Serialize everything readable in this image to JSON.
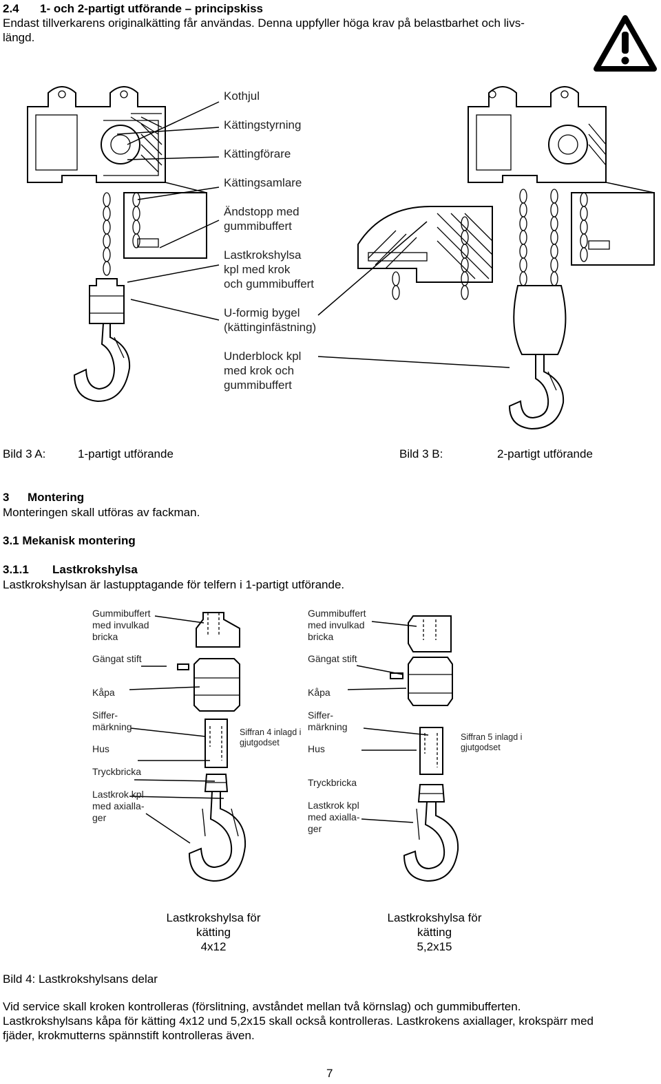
{
  "section_24": {
    "number": "2.4",
    "title": "1- och 2-partigt utförande  –  principskiss",
    "text_line1": "Endast tillverkarens originalkätting får användas. Denna uppfyller höga krav på belastbarhet och livs-",
    "text_line2": "längd."
  },
  "fig3": {
    "labels": [
      "Kothjul",
      "Kättingstyrning",
      "Kättingförare",
      "Kättingsamlare",
      "Ändstopp med",
      "gummibuffert",
      "Lastkrokshylsa",
      "kpl med krok",
      "och gummibuffert",
      "U-formig bygel",
      "(kättinginfästning)",
      "Underblock kpl",
      "med krok och",
      "gummibuffert"
    ],
    "caption_a_label": "Bild 3 A:",
    "caption_a_text": "1-partigt utförande",
    "caption_b_label": "Bild 3 B:",
    "caption_b_text": "2-partigt utförande"
  },
  "section_3": {
    "number": "3",
    "title": "Montering",
    "text": "Monteringen skall utföras av fackman."
  },
  "section_31": {
    "heading": "3.1 Mekanisk montering"
  },
  "section_311": {
    "number": "3.1.1",
    "title": "Lastkrokshylsa",
    "text": "Lastkrokshylsan är lastupptagande för telfern i 1-partigt utförande."
  },
  "fig4": {
    "left_labels": {
      "gummi": [
        "Gummibuffert",
        "med invulkad",
        "bricka"
      ],
      "stift": "Gängat stift",
      "kapa": "Kåpa",
      "siffer": [
        "Siffer-",
        "märkning"
      ],
      "hus": "Hus",
      "tryck": "Tryckbricka",
      "krok": [
        "Lastkrok kpl",
        "med axialla-",
        "ger"
      ],
      "note": [
        "Siffran 4 inlagd i",
        "gjutgodset"
      ]
    },
    "right_labels": {
      "gummi": [
        "Gummibuffert",
        "med invulkad",
        "bricka"
      ],
      "stift": "Gängat stift",
      "kapa": "Kåpa",
      "siffer": [
        "Siffer-",
        "märkning"
      ],
      "hus": "Hus",
      "tryck": "Tryckbricka",
      "krok": [
        "Lastkrok kpl",
        "med axialla-",
        "ger"
      ],
      "note": [
        "Siffran 5 inlagd i",
        "gjutgodset"
      ]
    },
    "caption_left": [
      "Lastkrokshylsa för",
      "kätting",
      "4x12"
    ],
    "caption_right": [
      "Lastkrokshylsa för",
      "kätting",
      "5,2x15"
    ],
    "caption": "Bild 4: Lastkrokshylsans delar"
  },
  "service": {
    "line1": "Vid service skall kroken kontrolleras (förslitning, avståndet mellan två körnslag) och gummibufferten.",
    "line2": "Lastkrokshylsans kåpa för kätting 4x12 und 5,2x15 skall också kontrolleras. Lastkrokens axiallager, krokspärr med",
    "line3": "fjäder, krokmutterns spännstift kontrolleras även."
  },
  "page_number": "7",
  "icons": {
    "warning": "warning-triangle-icon"
  }
}
